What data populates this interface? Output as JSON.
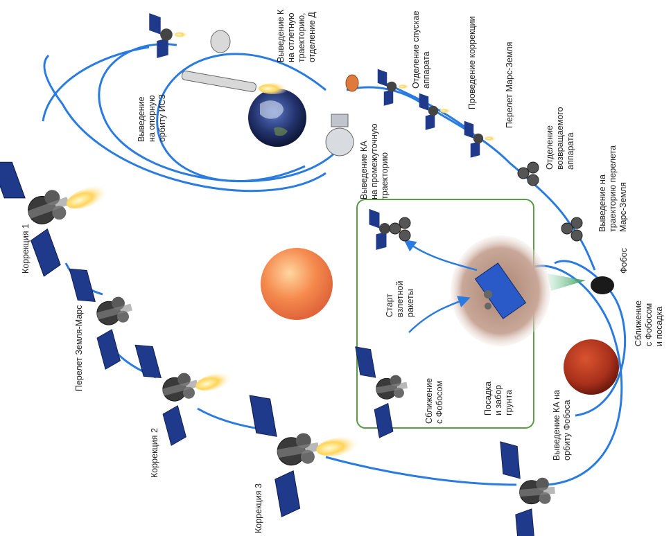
{
  "diagram": {
    "labels": {
      "korrektsiya_1": [
        "Коррекция 1"
      ],
      "perelet_zemlya_mars": [
        "Перелет Земля-Марс"
      ],
      "korrektsiya_2": [
        "Коррекция 2"
      ],
      "korrektsiya_3": [
        "Коррекция 3"
      ],
      "vyvedenie_opornaya": [
        "Выведение",
        "на опорную",
        "орбиту ИСЗ"
      ],
      "vyvedenie_otletnaya": [
        "Выведение К",
        "на отлетную",
        "траекторию,",
        "отделение Д"
      ],
      "vyvedenie_promezh": [
        "Выведение КА",
        "на промежуточную",
        "траекторию"
      ],
      "otdelenie_spusk": [
        "Отделение спускае",
        "аппарата"
      ],
      "provedenie_korrektsii": [
        "Проведение коррекции"
      ],
      "perelet_mars_zemlya": [
        "Перелет Марс-Земля"
      ],
      "otdelenie_vozvrash": [
        "Отделение",
        "возвращаемого",
        "аппарата"
      ],
      "vyvedenie_mars_zemlya": [
        "Выведение на",
        "траекторию перелета",
        "Марс-Земля"
      ],
      "fobos": [
        "Фобос"
      ],
      "sblizhenie_posadka": [
        "Сближение",
        "с Фобосом",
        "и посадка"
      ],
      "vyvedenie_orbita_fobosa": [
        "Выведение КА на",
        "орбиту Фобоса"
      ],
      "start_vzletnoy": [
        "Старт",
        "взлетной",
        "ракеты"
      ],
      "sblizhenie_s_fobosom": [
        "Сближение",
        "с Фобосом"
      ],
      "posadka_zabor": [
        "Посадка",
        "и забор",
        "грунта"
      ]
    },
    "colors": {
      "orbit": "#2a7be0",
      "inset_border": "#5a9a4a",
      "sun": "#f2844a",
      "mars": "#b5341e",
      "earth": "#2a3c8a",
      "solar_panel": "#1f3a8a",
      "flame": "#f7b733"
    }
  }
}
